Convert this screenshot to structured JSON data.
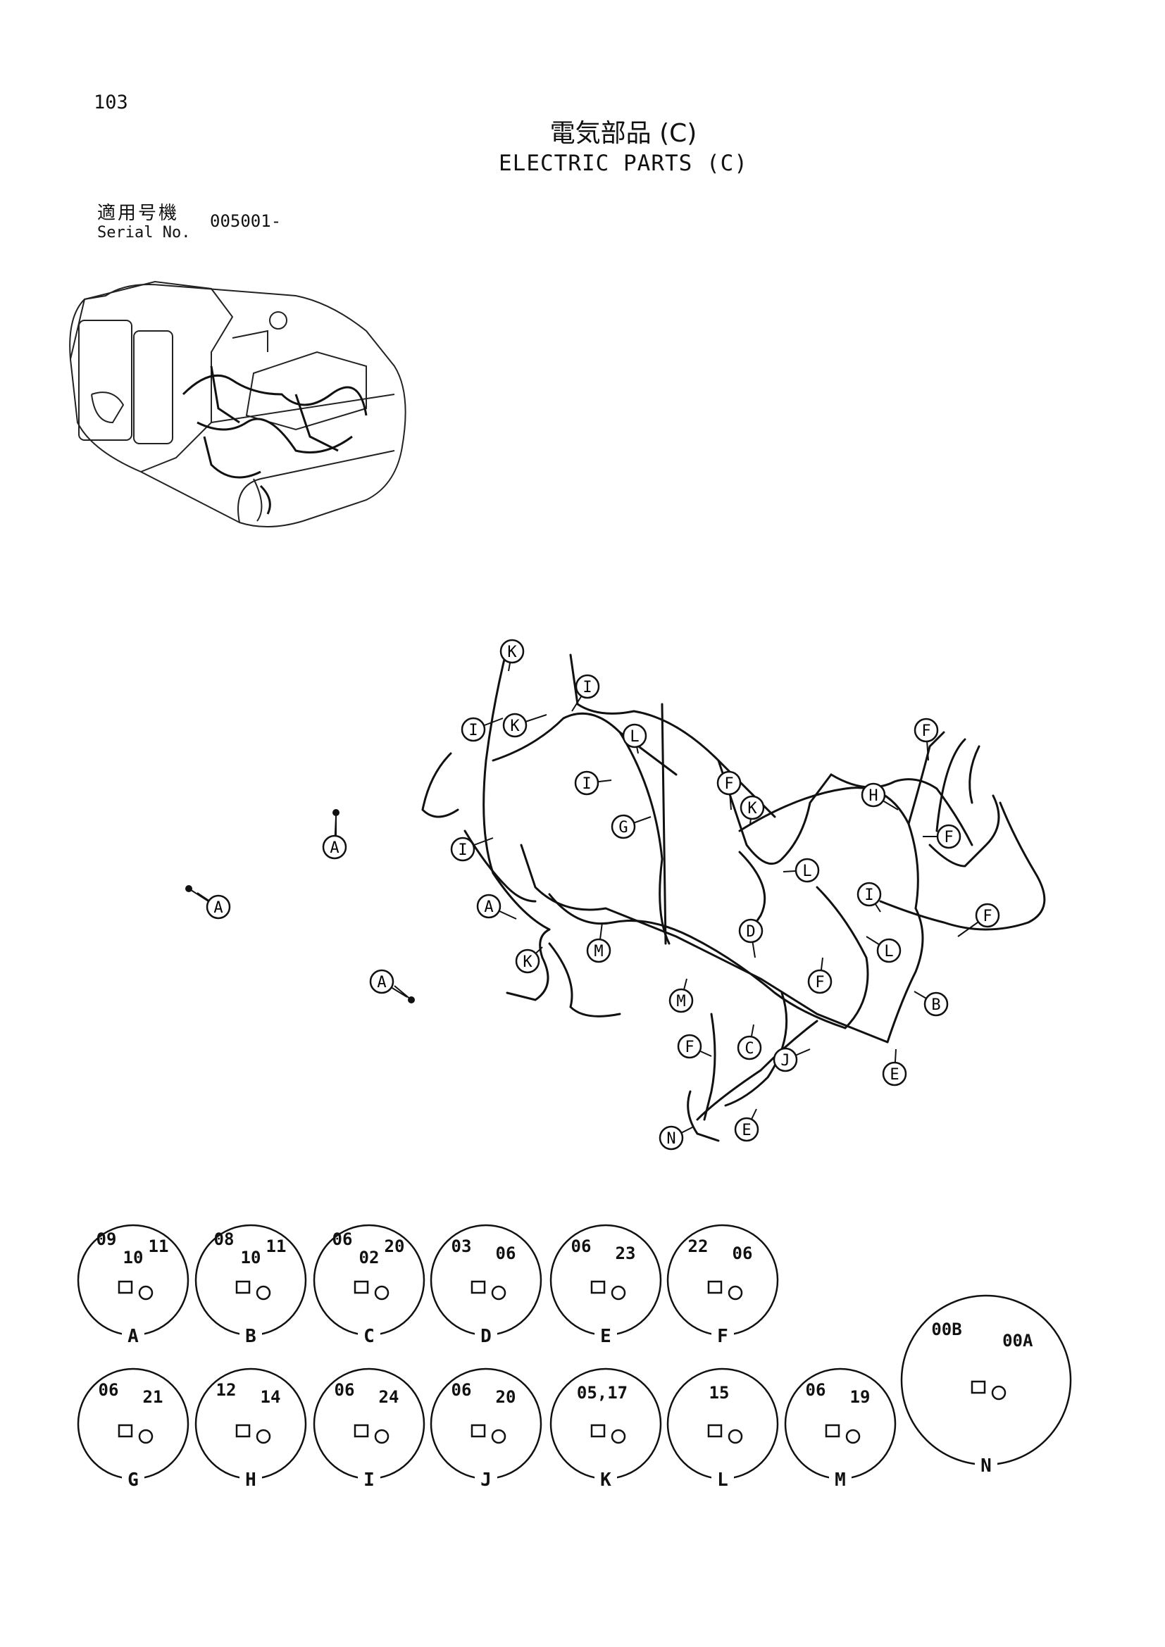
{
  "page": {
    "number": "103",
    "title_jp": "電気部品 (C)",
    "title_en": "ELECTRIC PARTS (C)",
    "serial_label_jp": "適用号機",
    "serial_label_en": "Serial No.",
    "serial_value": "005001-"
  },
  "callouts": [
    {
      "letter": "K"
    },
    {
      "letter": "I"
    },
    {
      "letter": "I"
    },
    {
      "letter": "K"
    },
    {
      "letter": "L"
    },
    {
      "letter": "I"
    },
    {
      "letter": "G"
    },
    {
      "letter": "F"
    },
    {
      "letter": "K"
    },
    {
      "letter": "I"
    },
    {
      "letter": "A"
    },
    {
      "letter": "A"
    },
    {
      "letter": "A"
    },
    {
      "letter": "A"
    },
    {
      "letter": "K"
    },
    {
      "letter": "M"
    },
    {
      "letter": "D"
    },
    {
      "letter": "L"
    },
    {
      "letter": "M"
    },
    {
      "letter": "F"
    },
    {
      "letter": "C"
    },
    {
      "letter": "J"
    },
    {
      "letter": "N"
    },
    {
      "letter": "E"
    },
    {
      "letter": "F"
    },
    {
      "letter": "H"
    },
    {
      "letter": "F"
    },
    {
      "letter": "I"
    },
    {
      "letter": "F"
    },
    {
      "letter": "L"
    },
    {
      "letter": "F"
    },
    {
      "letter": "B"
    },
    {
      "letter": "E"
    }
  ],
  "details": [
    {
      "letter": "A",
      "parts": [
        "09",
        "10",
        "11"
      ]
    },
    {
      "letter": "B",
      "parts": [
        "08",
        "10",
        "11"
      ]
    },
    {
      "letter": "C",
      "parts": [
        "06",
        "02",
        "20"
      ]
    },
    {
      "letter": "D",
      "parts": [
        "03",
        "06"
      ]
    },
    {
      "letter": "E",
      "parts": [
        "06",
        "23"
      ]
    },
    {
      "letter": "F",
      "parts": [
        "22",
        "06"
      ]
    },
    {
      "letter": "G",
      "parts": [
        "06",
        "21"
      ]
    },
    {
      "letter": "H",
      "parts": [
        "12",
        "14"
      ]
    },
    {
      "letter": "I",
      "parts": [
        "06",
        "24"
      ]
    },
    {
      "letter": "J",
      "parts": [
        "06",
        "20"
      ]
    },
    {
      "letter": "K",
      "parts": [
        "05,17"
      ]
    },
    {
      "letter": "L",
      "parts": [
        "15"
      ]
    },
    {
      "letter": "M",
      "parts": [
        "06",
        "19"
      ]
    },
    {
      "letter": "N",
      "parts": [
        "00B",
        "00A"
      ]
    }
  ]
}
